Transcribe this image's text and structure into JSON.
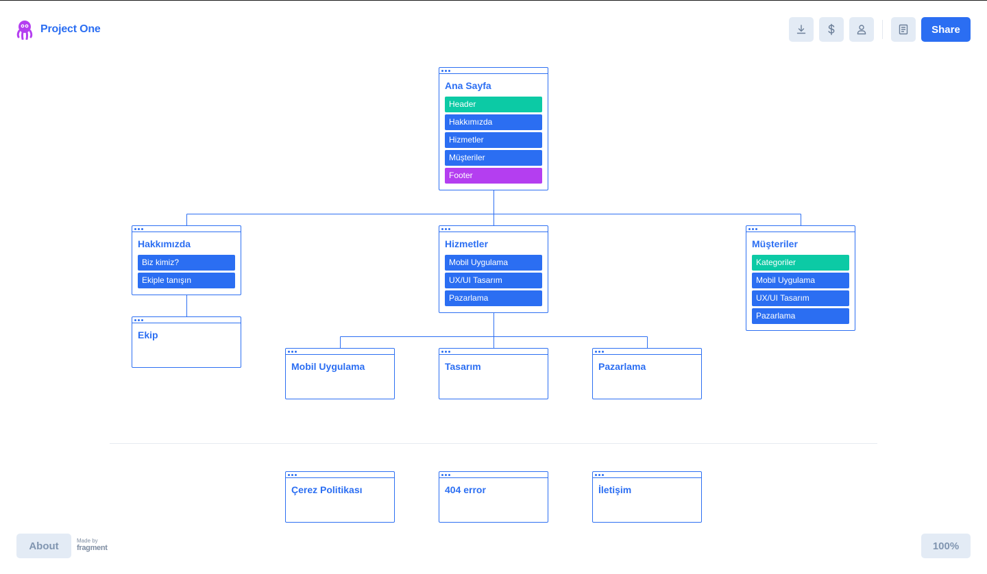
{
  "header": {
    "project_title": "Project One",
    "toolbar_icons": [
      "download-icon",
      "dollar-icon",
      "user-icon",
      "book-icon"
    ],
    "share_label": "Share"
  },
  "colors": {
    "accent": "#2b6ef2",
    "teal": "#0ccaa5",
    "purple": "#b43ef0",
    "button_bg": "#e3ebf5"
  },
  "sitemap": {
    "root": {
      "title": "Ana Sayfa",
      "blocks": [
        {
          "label": "Header",
          "color": "teal"
        },
        {
          "label": "Hakkımızda",
          "color": "blue"
        },
        {
          "label": "Hizmetler",
          "color": "blue"
        },
        {
          "label": "Müşteriler",
          "color": "blue"
        },
        {
          "label": "Footer",
          "color": "purple"
        }
      ]
    },
    "level1": [
      {
        "title": "Hakkımızda",
        "blocks": [
          {
            "label": "Biz kimiz?",
            "color": "blue"
          },
          {
            "label": "Ekiple tanışın",
            "color": "blue"
          }
        ]
      },
      {
        "title": "Hizmetler",
        "blocks": [
          {
            "label": "Mobil Uygulama",
            "color": "blue"
          },
          {
            "label": "UX/UI Tasarım",
            "color": "blue"
          },
          {
            "label": "Pazarlama",
            "color": "blue"
          }
        ]
      },
      {
        "title": "Müşteriler",
        "blocks": [
          {
            "label": "Kategoriler",
            "color": "teal"
          },
          {
            "label": "Mobil Uygulama",
            "color": "blue"
          },
          {
            "label": "UX/UI Tasarım",
            "color": "blue"
          },
          {
            "label": "Pazarlama",
            "color": "blue"
          }
        ]
      }
    ],
    "level2": {
      "ekip": {
        "title": "Ekip"
      },
      "services_children": [
        {
          "title": "Mobil Uygulama"
        },
        {
          "title": "Tasarım"
        },
        {
          "title": "Pazarlama"
        }
      ]
    },
    "standalone": [
      {
        "title": "Çerez Politikası"
      },
      {
        "title": "404 error"
      },
      {
        "title": "İletişim"
      }
    ]
  },
  "footer": {
    "about_label": "About",
    "made_by": "Made by",
    "brand": "fragment",
    "zoom": "100%"
  }
}
